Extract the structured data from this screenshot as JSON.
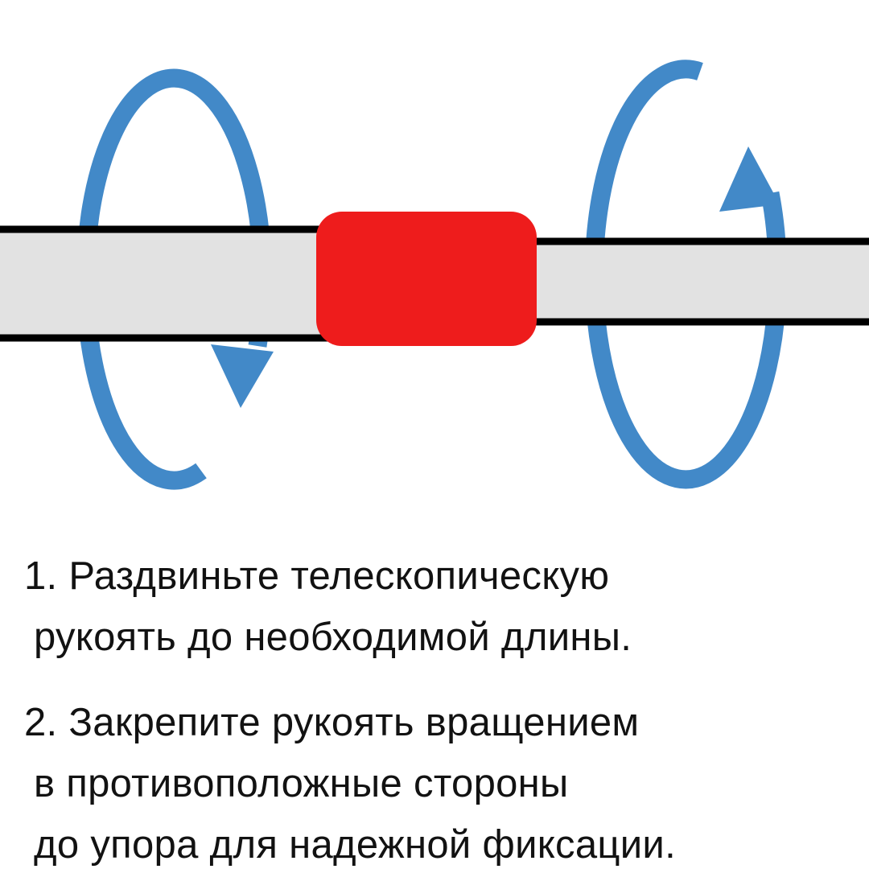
{
  "diagram": {
    "colors": {
      "rod_fill": "#e2e2e2",
      "rod_outline": "#000000",
      "coupling": "#ee1c1c",
      "arrow": "#4289c8"
    },
    "icons": [
      {
        "name": "left-rotation-arrow",
        "pointing": "down"
      },
      {
        "name": "right-rotation-arrow",
        "pointing": "up"
      }
    ]
  },
  "instructions": {
    "step1": {
      "lines": [
        "1. Раздвиньте телескопическую",
        "рукоять до необходимой длины."
      ]
    },
    "step2": {
      "lines": [
        "2. Закрепите рукоять вращением",
        "в противоположные стороны",
        "до упора для надежной фиксации."
      ]
    }
  }
}
